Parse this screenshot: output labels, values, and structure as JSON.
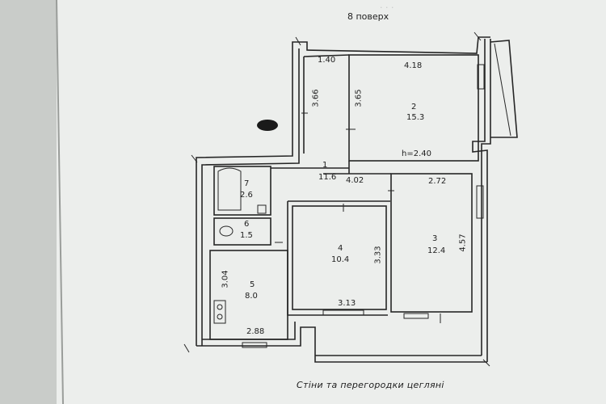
{
  "floor_label": "8 поверх",
  "caption": "Стіни та перегородки цегляні",
  "rooms": [
    {
      "number": "1",
      "area": "11.6"
    },
    {
      "number": "2",
      "area": "15.3"
    },
    {
      "number": "3",
      "area": "12.4"
    },
    {
      "number": "4",
      "area": "10.4"
    },
    {
      "number": "5",
      "area": "8.0"
    },
    {
      "number": "6",
      "area": "1.5"
    },
    {
      "number": "7",
      "area": "2.6"
    }
  ],
  "dimensions": {
    "d140": "1.40",
    "d418": "4.18",
    "d366": "3.66",
    "d365": "3.65",
    "d402": "4.02",
    "d272": "2.72",
    "d333": "3.33",
    "d457": "4.57",
    "d313": "3.13",
    "d304": "3.04",
    "d288": "2.88"
  },
  "ceiling_height": "h=2.40",
  "colors": {
    "paper": "#eef0ee",
    "ink": "#262626",
    "background": "#8c8c88"
  }
}
